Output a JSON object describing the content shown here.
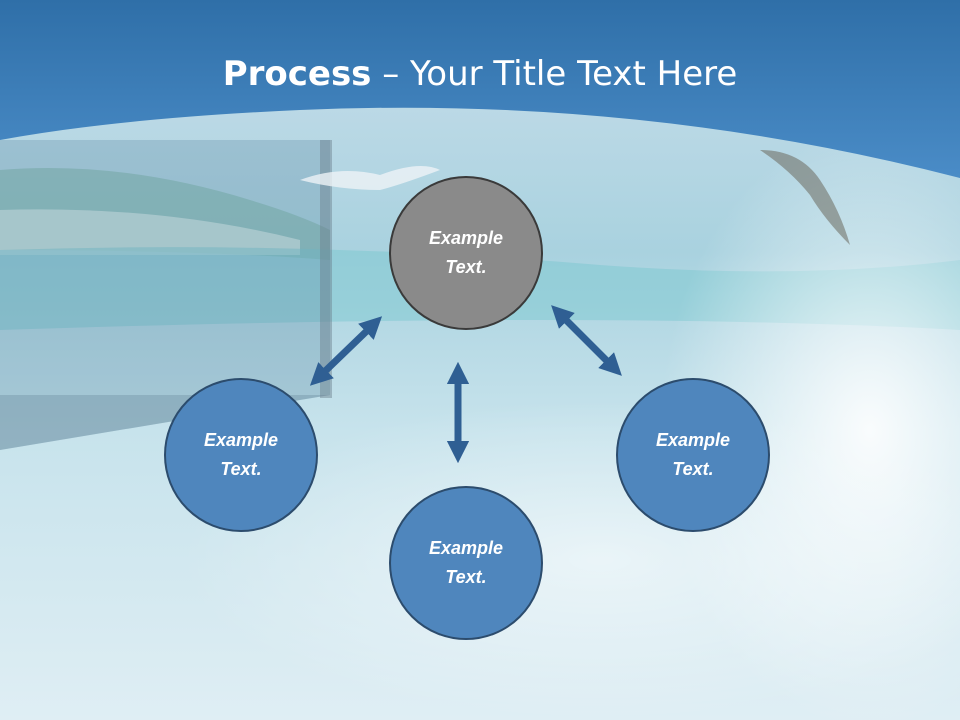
{
  "title": {
    "bold": "Process",
    "rest": " – Your Title Text Here"
  },
  "colors": {
    "header_blue": "#3f7fba",
    "circle_blue": "#4f86bd",
    "circle_gray": "#8a8a8a",
    "arrow_blue": "#2f5f93"
  },
  "nodes": {
    "top": "Example Text.",
    "left": "Example Text.",
    "right": "Example Text.",
    "bottom": "Example Text."
  }
}
